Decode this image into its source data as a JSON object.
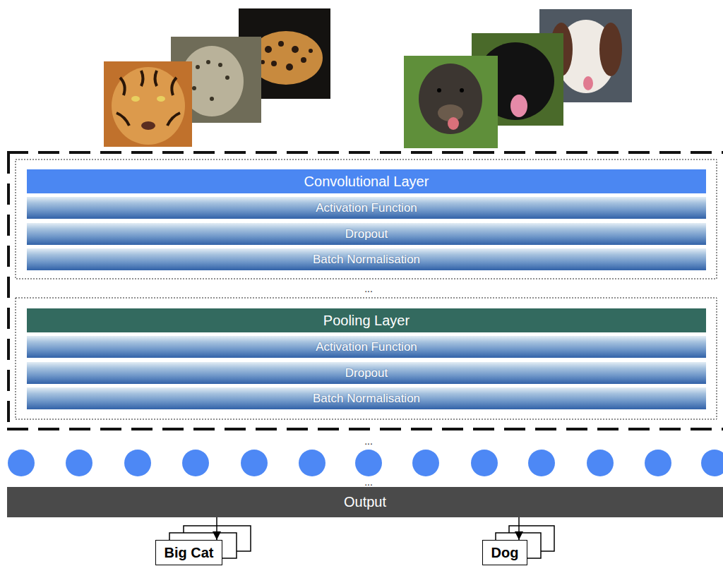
{
  "diagram": {
    "nodes": [
      {
        "text": [
          "Convolutional Layer"
        ]
      },
      {
        "text": [
          "Activation Function"
        ]
      },
      {
        "text": [
          "Dropout"
        ]
      },
      {
        "text": [
          "Batch Normalisation"
        ]
      },
      {
        "text": [
          "Pooling Layer"
        ]
      },
      {
        "text": [
          "Activation Function"
        ]
      },
      {
        "text": [
          "Dropout"
        ]
      },
      {
        "text": [
          "Batch Normalisation"
        ]
      },
      {
        "text": [
          "Output"
        ]
      },
      {
        "text": [
          "Big Cat"
        ]
      },
      {
        "text": [
          "Dog"
        ]
      }
    ],
    "edges": [
      {
        "from": 8,
        "to": 9,
        "arrow": "to"
      },
      {
        "from": 8,
        "to": 10,
        "arrow": "to"
      }
    ],
    "labels": [
      "...",
      "...",
      "..."
    ]
  }
}
